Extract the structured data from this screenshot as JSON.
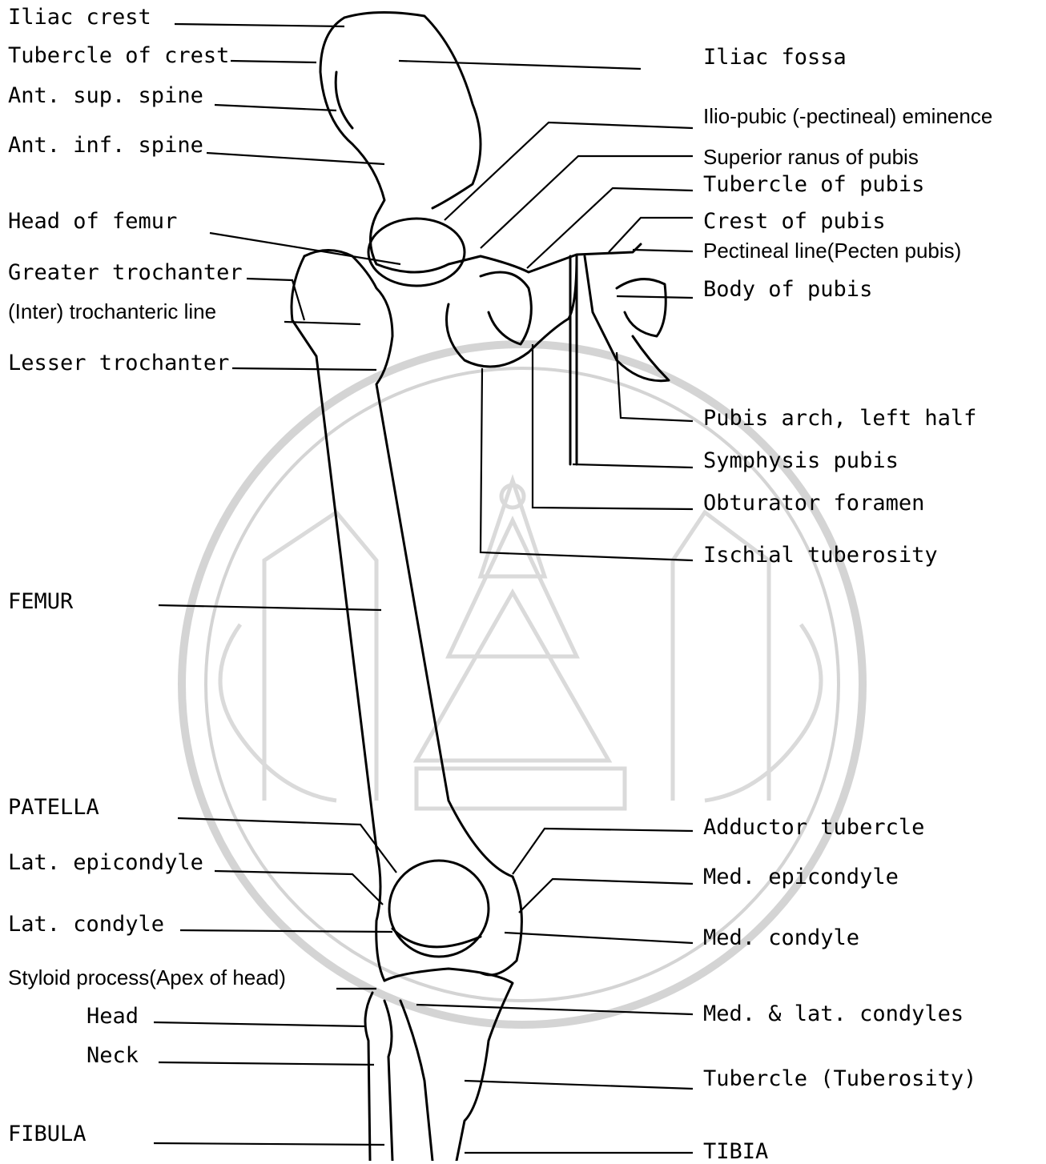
{
  "left_labels": [
    {
      "id": "iliac-crest",
      "text": "Iliac crest"
    },
    {
      "id": "tubercle-of-crest",
      "text": "Tubercle of crest"
    },
    {
      "id": "ant-sup-spine",
      "text": "Ant. sup. spine"
    },
    {
      "id": "ant-inf-spine",
      "text": "Ant. inf. spine"
    },
    {
      "id": "head-of-femur",
      "text": "Head of femur"
    },
    {
      "id": "greater-trochanter",
      "text": "Greater trochanter"
    },
    {
      "id": "inter-trochanteric-line",
      "text": "(Inter) trochanteric line"
    },
    {
      "id": "lesser-trochanter",
      "text": "Lesser trochanter"
    },
    {
      "id": "femur",
      "text": "FEMUR"
    },
    {
      "id": "patella",
      "text": "PATELLA"
    },
    {
      "id": "lat-epicondyle",
      "text": "Lat. epicondyle"
    },
    {
      "id": "lat-condyle",
      "text": "Lat. condyle"
    },
    {
      "id": "styloid-process",
      "text": "Styloid process(Apex of head)"
    },
    {
      "id": "fibula-head",
      "text": "Head"
    },
    {
      "id": "fibula-neck",
      "text": "Neck"
    },
    {
      "id": "fibula",
      "text": "FIBULA"
    }
  ],
  "right_labels": [
    {
      "id": "iliac-fossa",
      "text": "Iliac fossa"
    },
    {
      "id": "ilio-pubic-eminence",
      "text": "Ilio-pubic (-pectineal) eminence"
    },
    {
      "id": "superior-ramus-of-pubis",
      "text": "Superior ranus of pubis"
    },
    {
      "id": "tubercle-of-pubis",
      "text": "Tubercle of pubis"
    },
    {
      "id": "crest-of-pubis",
      "text": "Crest of pubis"
    },
    {
      "id": "pectineal-line",
      "text": "Pectineal line(Pecten pubis)"
    },
    {
      "id": "body-of-pubis",
      "text": "Body of pubis"
    },
    {
      "id": "pubis-arch",
      "text": "Pubis arch, left half"
    },
    {
      "id": "symphysis-pubis",
      "text": "Symphysis pubis"
    },
    {
      "id": "obturator-foramen",
      "text": "Obturator foramen"
    },
    {
      "id": "ischial-tuberosity",
      "text": "Ischial tuberosity"
    },
    {
      "id": "adductor-tubercle",
      "text": "Adductor tubercle"
    },
    {
      "id": "med-epicondyle",
      "text": "Med. epicondyle"
    },
    {
      "id": "med-condyle",
      "text": "Med. condyle"
    },
    {
      "id": "med-lat-condyles",
      "text": "Med. & lat. condyles"
    },
    {
      "id": "tubercle-tuberosity",
      "text": "Tubercle (Tuberosity)"
    },
    {
      "id": "tibia",
      "text": "TIBIA"
    }
  ],
  "colors": {
    "ink": "#000000",
    "watermark": "#cfcfcf",
    "background": "#ffffff"
  }
}
